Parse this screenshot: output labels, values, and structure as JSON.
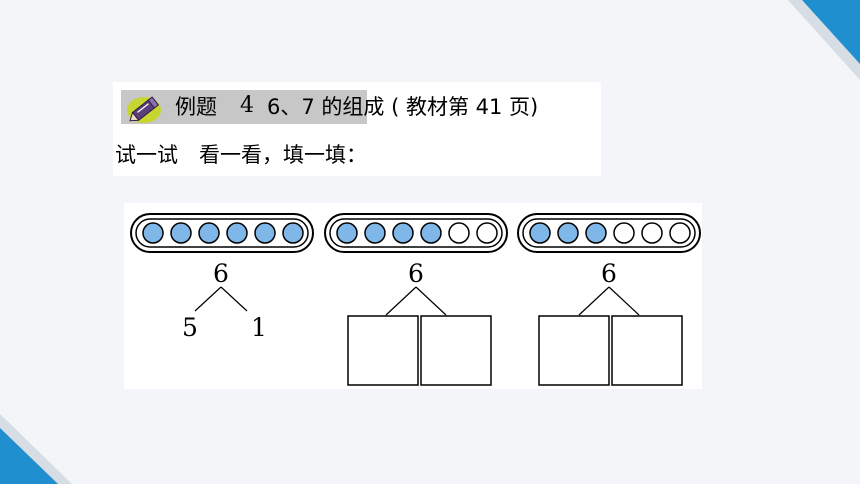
{
  "example": {
    "badge_label": "例题",
    "badge_number": "4",
    "title": "6、7 的组成 ( 教材第 41 页)"
  },
  "instruction": "试一试　看一看，填一填：",
  "figures": [
    {
      "filled_beads": 6,
      "empty_beads": 0,
      "whole": "6",
      "part_left": "5",
      "part_right": "1"
    },
    {
      "filled_beads": 4,
      "empty_beads": 2,
      "whole": "6",
      "part_left": "",
      "part_right": ""
    },
    {
      "filled_beads": 3,
      "empty_beads": 3,
      "whole": "6",
      "part_left": "",
      "part_right": ""
    }
  ],
  "colors": {
    "bead_fill": "#7fb7e8",
    "corner_blue": "#1f8fcf",
    "badge_bg": "#c7c7c7"
  }
}
